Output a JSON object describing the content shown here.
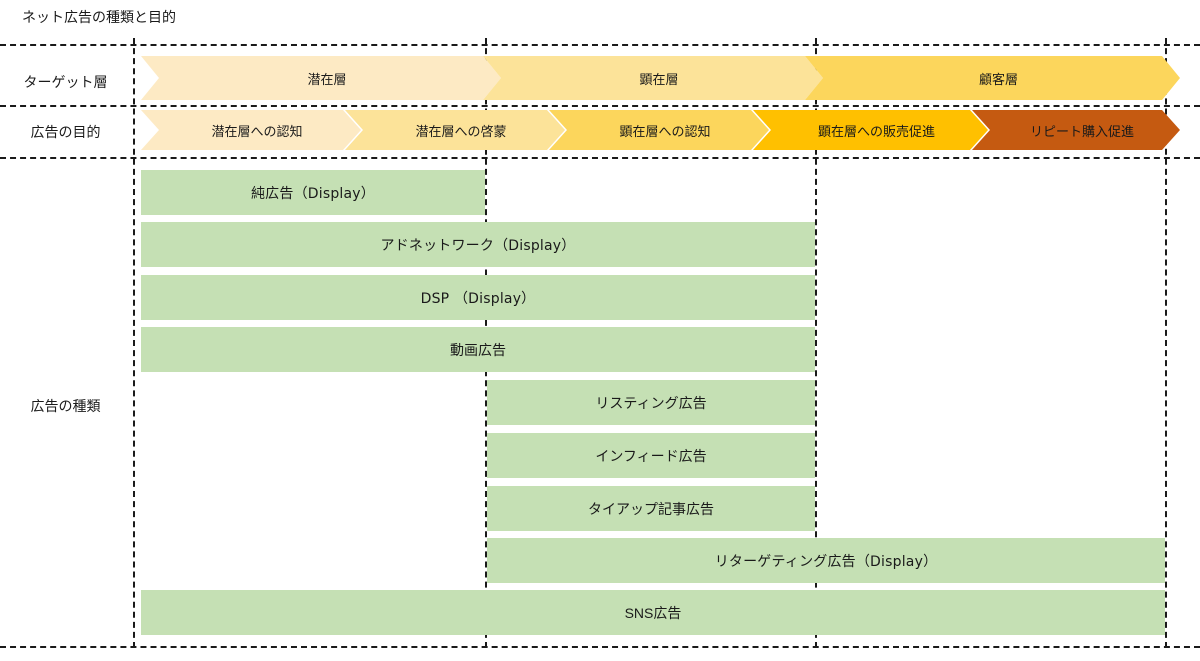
{
  "title": "ネット広告の種類と目的",
  "colors": {
    "bar_green": "#c5e0b4",
    "target_1": "#fdeac4",
    "target_2": "#fce399",
    "target_3": "#fcd65c",
    "purpose_1": "#fdeac4",
    "purpose_2": "#fce399",
    "purpose_3": "#fcd65c",
    "purpose_4": "#ffc000",
    "purpose_5": "#c55a11",
    "rule": "#1a1a1a"
  },
  "rows": {
    "target_label": "ターゲット層",
    "purpose_label": "広告の目的",
    "types_label": "広告の種類"
  },
  "target_segments": [
    {
      "label": "潜在層"
    },
    {
      "label": "顕在層"
    },
    {
      "label": "顧客層"
    }
  ],
  "purpose_segments": [
    {
      "label": "潜在層への認知"
    },
    {
      "label": "潜在層への啓蒙"
    },
    {
      "label": "顕在層への認知"
    },
    {
      "label": "顕在層への販売促進"
    },
    {
      "label": "リピート購入促進"
    }
  ],
  "ad_types": [
    {
      "label": "純広告（Display）"
    },
    {
      "label": "アドネットワーク（Display）"
    },
    {
      "label": "DSP （Display）"
    },
    {
      "label": "動画広告"
    },
    {
      "label": "リスティング広告"
    },
    {
      "label": "インフィード広告"
    },
    {
      "label": "タイアップ記事広告"
    },
    {
      "label": "リターゲティング広告（Display）"
    },
    {
      "label": "SNS広告"
    }
  ]
}
